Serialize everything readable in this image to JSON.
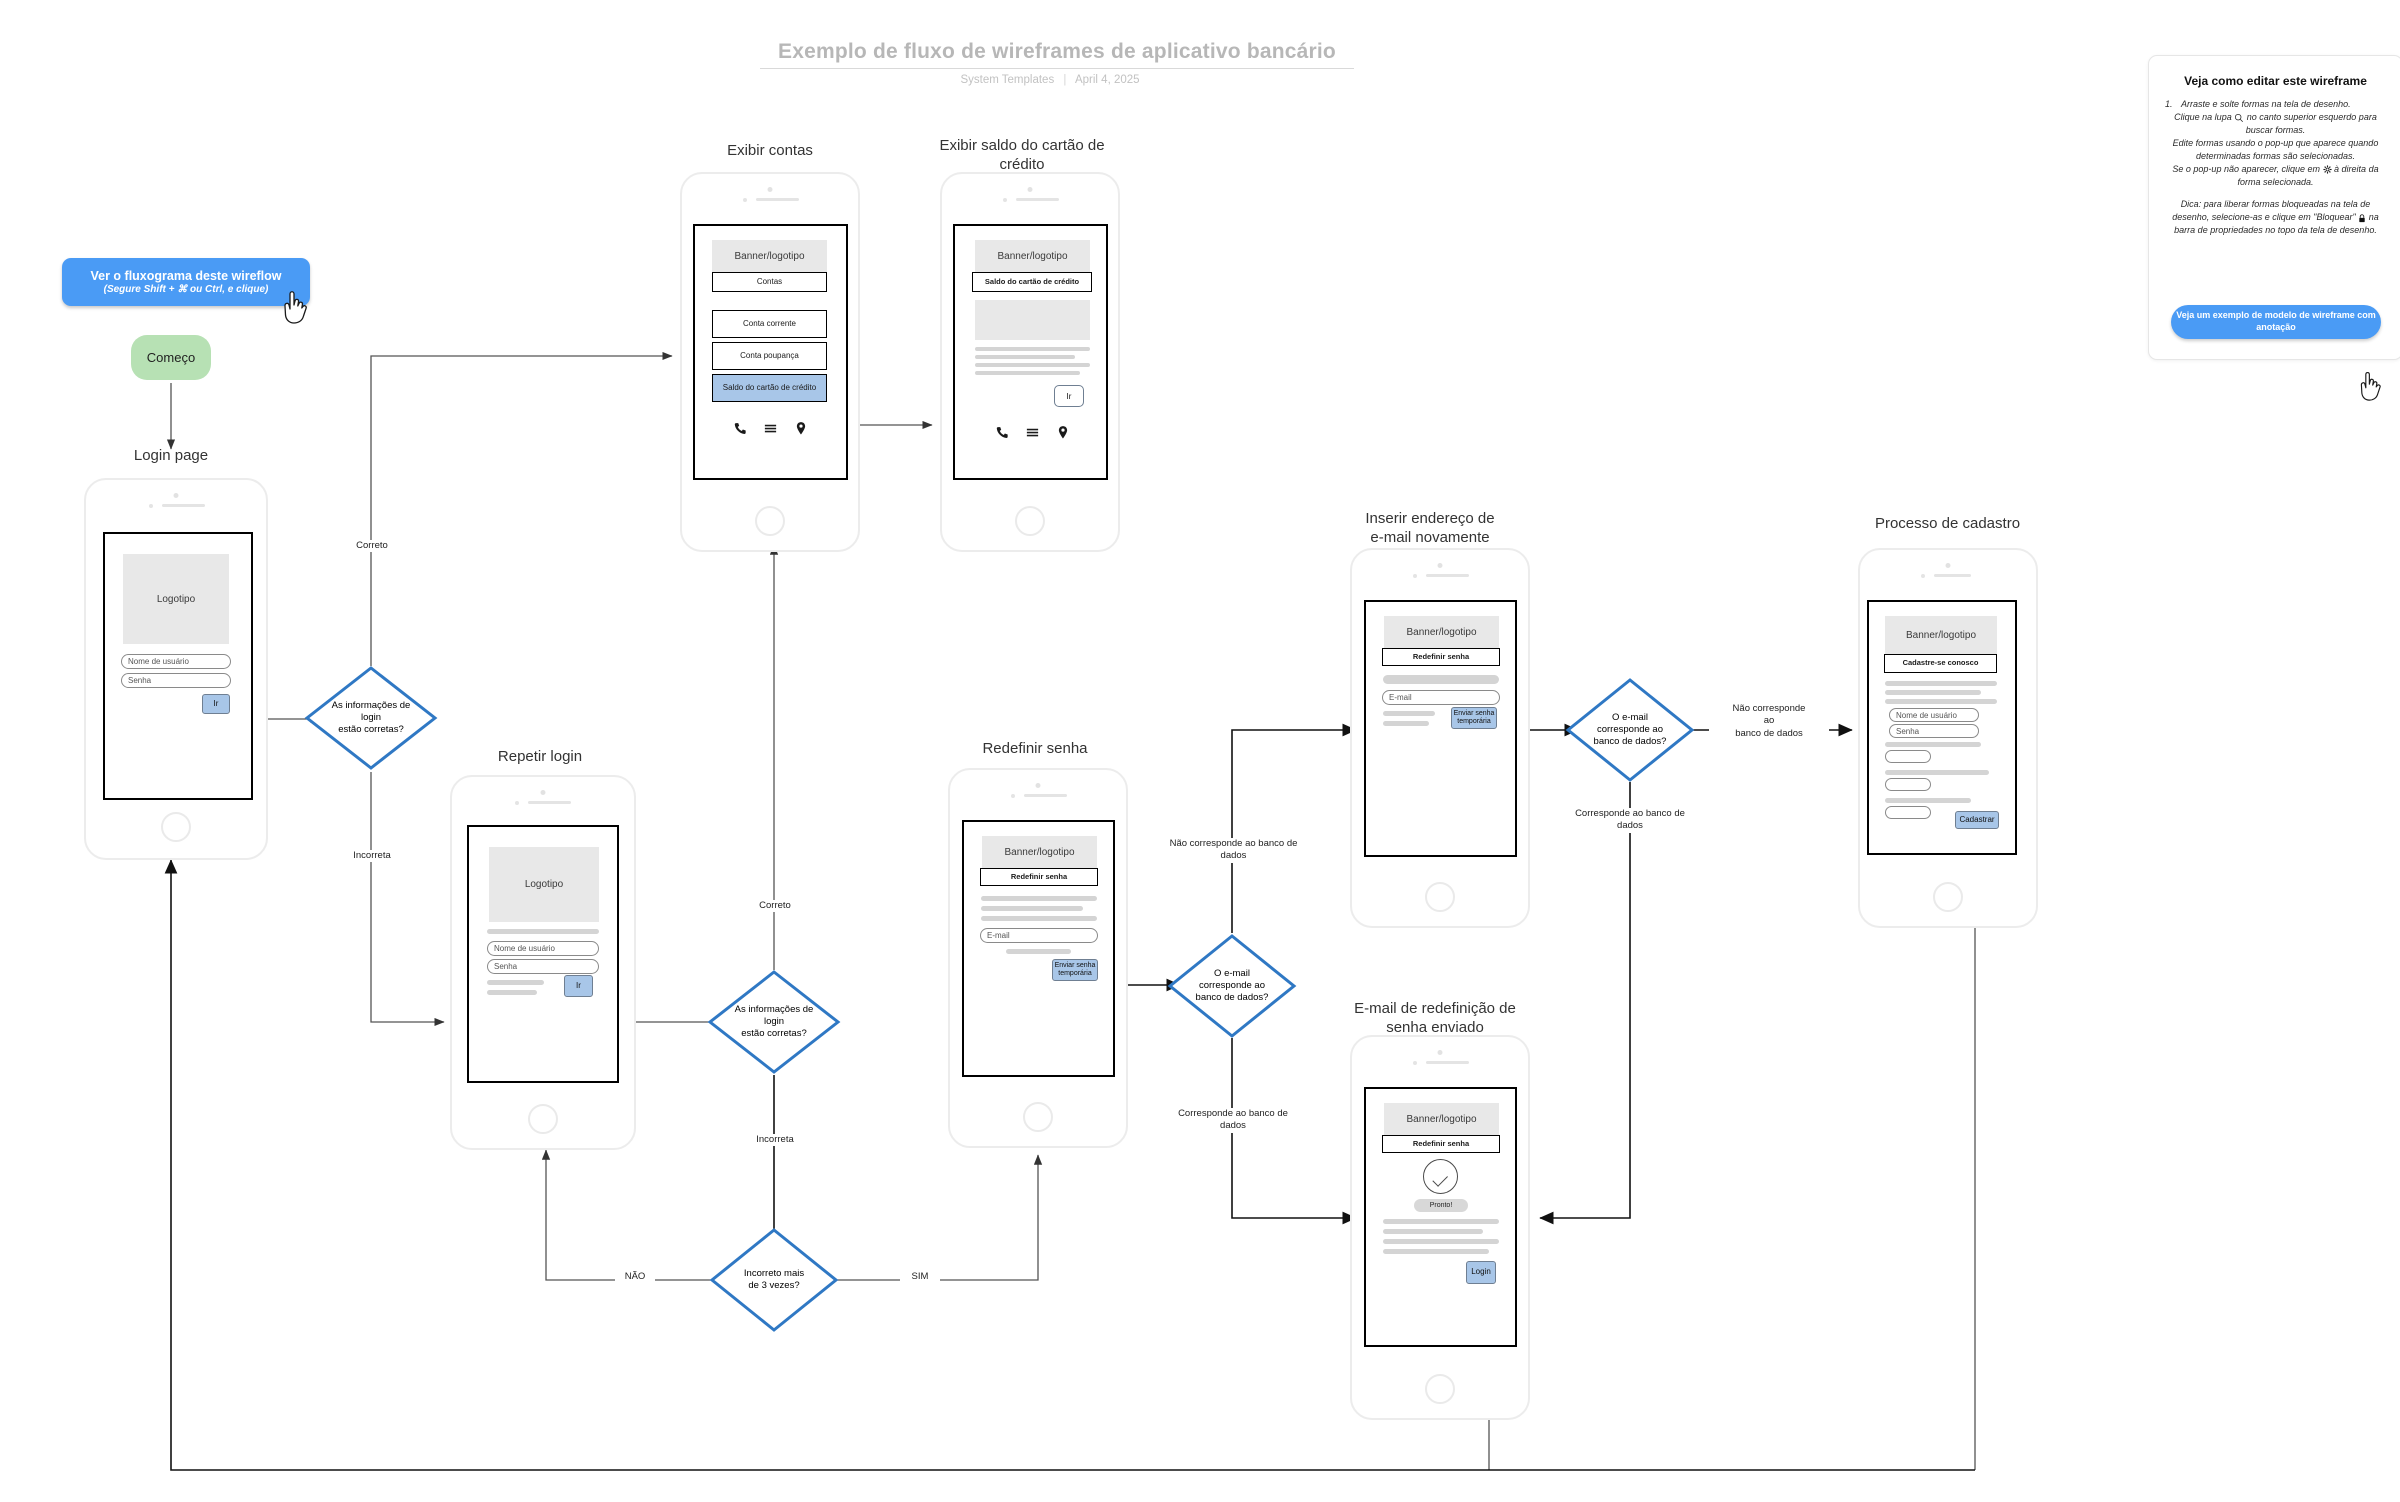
{
  "header": {
    "title": "Exemplo de fluxo de wireframes de aplicativo bancário",
    "author": "System Templates",
    "separator": "|",
    "date": "April 4, 2025"
  },
  "cta": {
    "line1": "Ver o fluxograma deste wireflow",
    "line2": "(Segure Shift + ⌘ ou Ctrl, e clique)",
    "color": "#4a9bf5",
    "cursor_icon": "hand-pointer-icon"
  },
  "panel": {
    "heading": "Veja como editar este wireframe",
    "step_number": "1.",
    "step_text": "Arraste e solte formas na tela de desenho.",
    "line2a": "Clique na lupa",
    "search_icon": "search-icon",
    "line2b": "no canto superior esquerdo para buscar formas.",
    "line3": "Edite formas usando o pop-up que aparece quando determinadas formas são selecionadas.",
    "line4a": "Se o pop-up não aparecer, clique em",
    "gear_icon": "gear-icon",
    "line4b": "à direita da forma selecionada.",
    "tip_a": "Dica: para liberar formas bloqueadas na tela de desenho, selecione-as e clique em \"Bloquear\"",
    "lock_icon": "lock-icon",
    "tip_b": "na barra de propriedades no topo da tela de desenho.",
    "button_label": "Veja um exemplo de modelo de wireframe com anotação",
    "button_cursor_icon": "hand-pointer-icon"
  },
  "flow": {
    "start_label": "Começo",
    "start_color": "#b7e1b4",
    "decision_color": "#2f78c4",
    "decisions": [
      {
        "id": "login-info-1",
        "text": "As informações de\nlogin\nestão corretas?"
      },
      {
        "id": "login-info-2",
        "text": "As informações de\nlogin\nestão corretas?"
      },
      {
        "id": "attempts",
        "text": "Incorreto mais\nde 3 vezes?"
      },
      {
        "id": "email-db-1",
        "text": "O e-mail\ncorresponde ao\nbanco de dados?"
      },
      {
        "id": "email-db-2",
        "text": "O e-mail\ncorresponde ao\nbanco de dados?"
      }
    ],
    "edge_labels": [
      {
        "id": "correto-1",
        "text": "Correto"
      },
      {
        "id": "incorreta-1",
        "text": "Incorreta"
      },
      {
        "id": "correto-2",
        "text": "Correto"
      },
      {
        "id": "incorreta-2",
        "text": "Incorreta"
      },
      {
        "id": "nao",
        "text": "NÃO"
      },
      {
        "id": "sim",
        "text": "SIM"
      },
      {
        "id": "nao-corresponde-1",
        "text": "Não corresponde ao banco de\ndados"
      },
      {
        "id": "corresponde-1",
        "text": "Corresponde ao banco de\ndados"
      },
      {
        "id": "nao-corresponde-2",
        "text": "Não corresponde\nao\nbanco de dados"
      },
      {
        "id": "corresponde-2",
        "text": "Corresponde ao banco de\ndados"
      }
    ]
  },
  "screens": [
    {
      "id": "login-page",
      "title": "Login page",
      "logo_text": "Logotipo",
      "fields": [
        "Nome de usuário",
        "Senha"
      ],
      "button": "Ir"
    },
    {
      "id": "exibir-contas",
      "title": "Exibir contas",
      "banner": "Banner/logotipo",
      "header_box": "Contas",
      "items": [
        "Conta corrente",
        "Conta poupança"
      ],
      "highlighted_item": "Saldo do cartão de crédito",
      "nav_icons": [
        "phone-icon",
        "menu-icon",
        "location-pin-icon"
      ]
    },
    {
      "id": "exibir-saldo",
      "title": "Exibir saldo do cartão de\ncrédito",
      "banner": "Banner/logotipo",
      "header_box": "Saldo do cartão de crédito",
      "button": "Ir",
      "nav_icons": [
        "phone-icon",
        "menu-icon",
        "location-pin-icon"
      ]
    },
    {
      "id": "repetir-login",
      "title": "Repetir login",
      "logo_text": "Logotipo",
      "fields": [
        "Nome de usuário",
        "Senha"
      ],
      "button": "Ir"
    },
    {
      "id": "redefinir-senha",
      "title": "Redefinir senha",
      "banner": "Banner/logotipo",
      "header_box": "Redefinir senha",
      "fields": [
        "E-mail"
      ],
      "button": "Enviar senha\ntemporária"
    },
    {
      "id": "inserir-email-novamente",
      "title": "Inserir endereço de\ne-mail novamente",
      "banner": "Banner/logotipo",
      "header_box": "Redefinir senha",
      "fields": [
        "E-mail"
      ],
      "button": "Enviar senha\ntemporária"
    },
    {
      "id": "email-enviado",
      "title": "E-mail de redefinição de\nsenha enviado",
      "banner": "Banner/logotipo",
      "header_box": "Redefinir senha",
      "status_icon": "check-circle-icon",
      "status_pill": "Pronto!",
      "button": "Login"
    },
    {
      "id": "processo-cadastro",
      "title": "Processo de cadastro",
      "banner": "Banner/logotipo",
      "header_box": "Cadastre-se conosco",
      "fields": [
        "Nome de usuário",
        "Senha"
      ],
      "button": "Cadastrar"
    }
  ]
}
